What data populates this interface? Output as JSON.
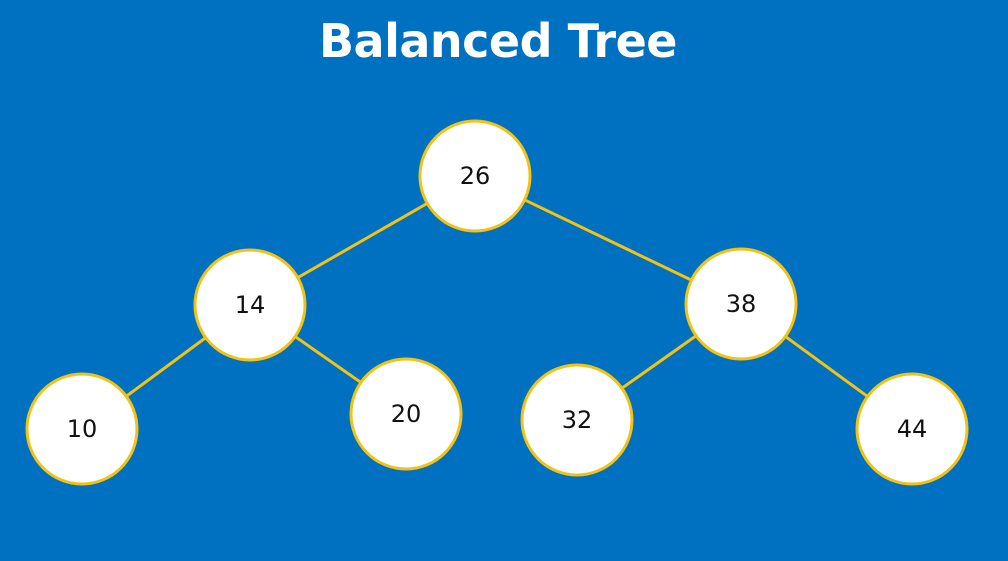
{
  "title": "Balanced Tree",
  "colors": {
    "background": "#0070c0",
    "node_fill": "#ffffff",
    "node_border": "#f2c314",
    "edge": "#f2c314",
    "title_text": "#ffffff",
    "node_text": "#111111"
  },
  "tree": {
    "nodes": [
      {
        "id": "n26",
        "label": "26"
      },
      {
        "id": "n14",
        "label": "14"
      },
      {
        "id": "n38",
        "label": "38"
      },
      {
        "id": "n10",
        "label": "10"
      },
      {
        "id": "n20",
        "label": "20"
      },
      {
        "id": "n32",
        "label": "32"
      },
      {
        "id": "n44",
        "label": "44"
      }
    ],
    "edges": [
      {
        "from": "n26",
        "to": "n14"
      },
      {
        "from": "n26",
        "to": "n38"
      },
      {
        "from": "n14",
        "to": "n10"
      },
      {
        "from": "n14",
        "to": "n20"
      },
      {
        "from": "n38",
        "to": "n32"
      },
      {
        "from": "n38",
        "to": "n44"
      }
    ]
  }
}
